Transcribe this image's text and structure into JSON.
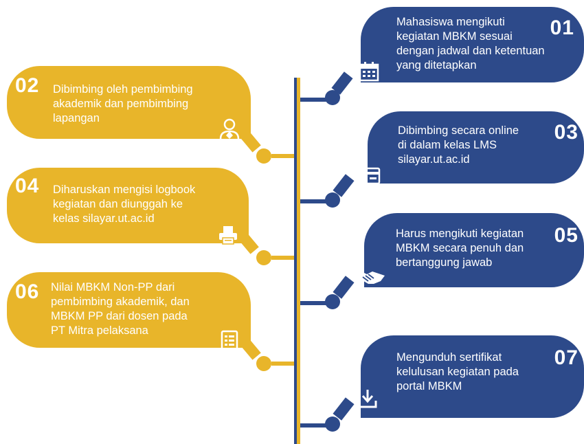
{
  "steps": {
    "s01": {
      "num": "01",
      "text": "Mahasiswa mengikuti\nkegiatan MBKM sesuai\ndengan jadwal dan ketentuan\nyang ditetapkan"
    },
    "s02": {
      "num": "02",
      "text": "Dibimbing oleh pembimbing\nakademik dan pembimbing\nlapangan"
    },
    "s03": {
      "num": "03",
      "text": "Dibimbing secara online\ndi dalam kelas LMS\nsilayar.ut.ac.id"
    },
    "s04": {
      "num": "04",
      "text": "Diharuskan mengisi logbook\nkegiatan dan diunggah ke\nkelas silayar.ut.ac.id"
    },
    "s05": {
      "num": "05",
      "text": "Harus mengikuti kegiatan\nMBKM secara penuh dan\nbertanggung jawab"
    },
    "s06": {
      "num": "06",
      "text": "Nilai MBKM Non-PP dari\npembimbing akademik, dan\nMBKM PP dari dosen pada\nPT Mitra pelaksana"
    },
    "s07": {
      "num": "07",
      "text": "Mengunduh sertifikat\nkelulusan kegiatan pada\nportal MBKM"
    }
  },
  "icons": {
    "s01": "calendar-icon",
    "s02": "mentor-person-icon",
    "s03": "lms-card-icon",
    "s04": "printer-logbook-icon",
    "s05": "handshake-icon",
    "s06": "checklist-icon",
    "s07": "download-icon"
  },
  "colors": {
    "blue": "#2d4a8a",
    "gold": "#e8b52a",
    "white": "#ffffff"
  }
}
